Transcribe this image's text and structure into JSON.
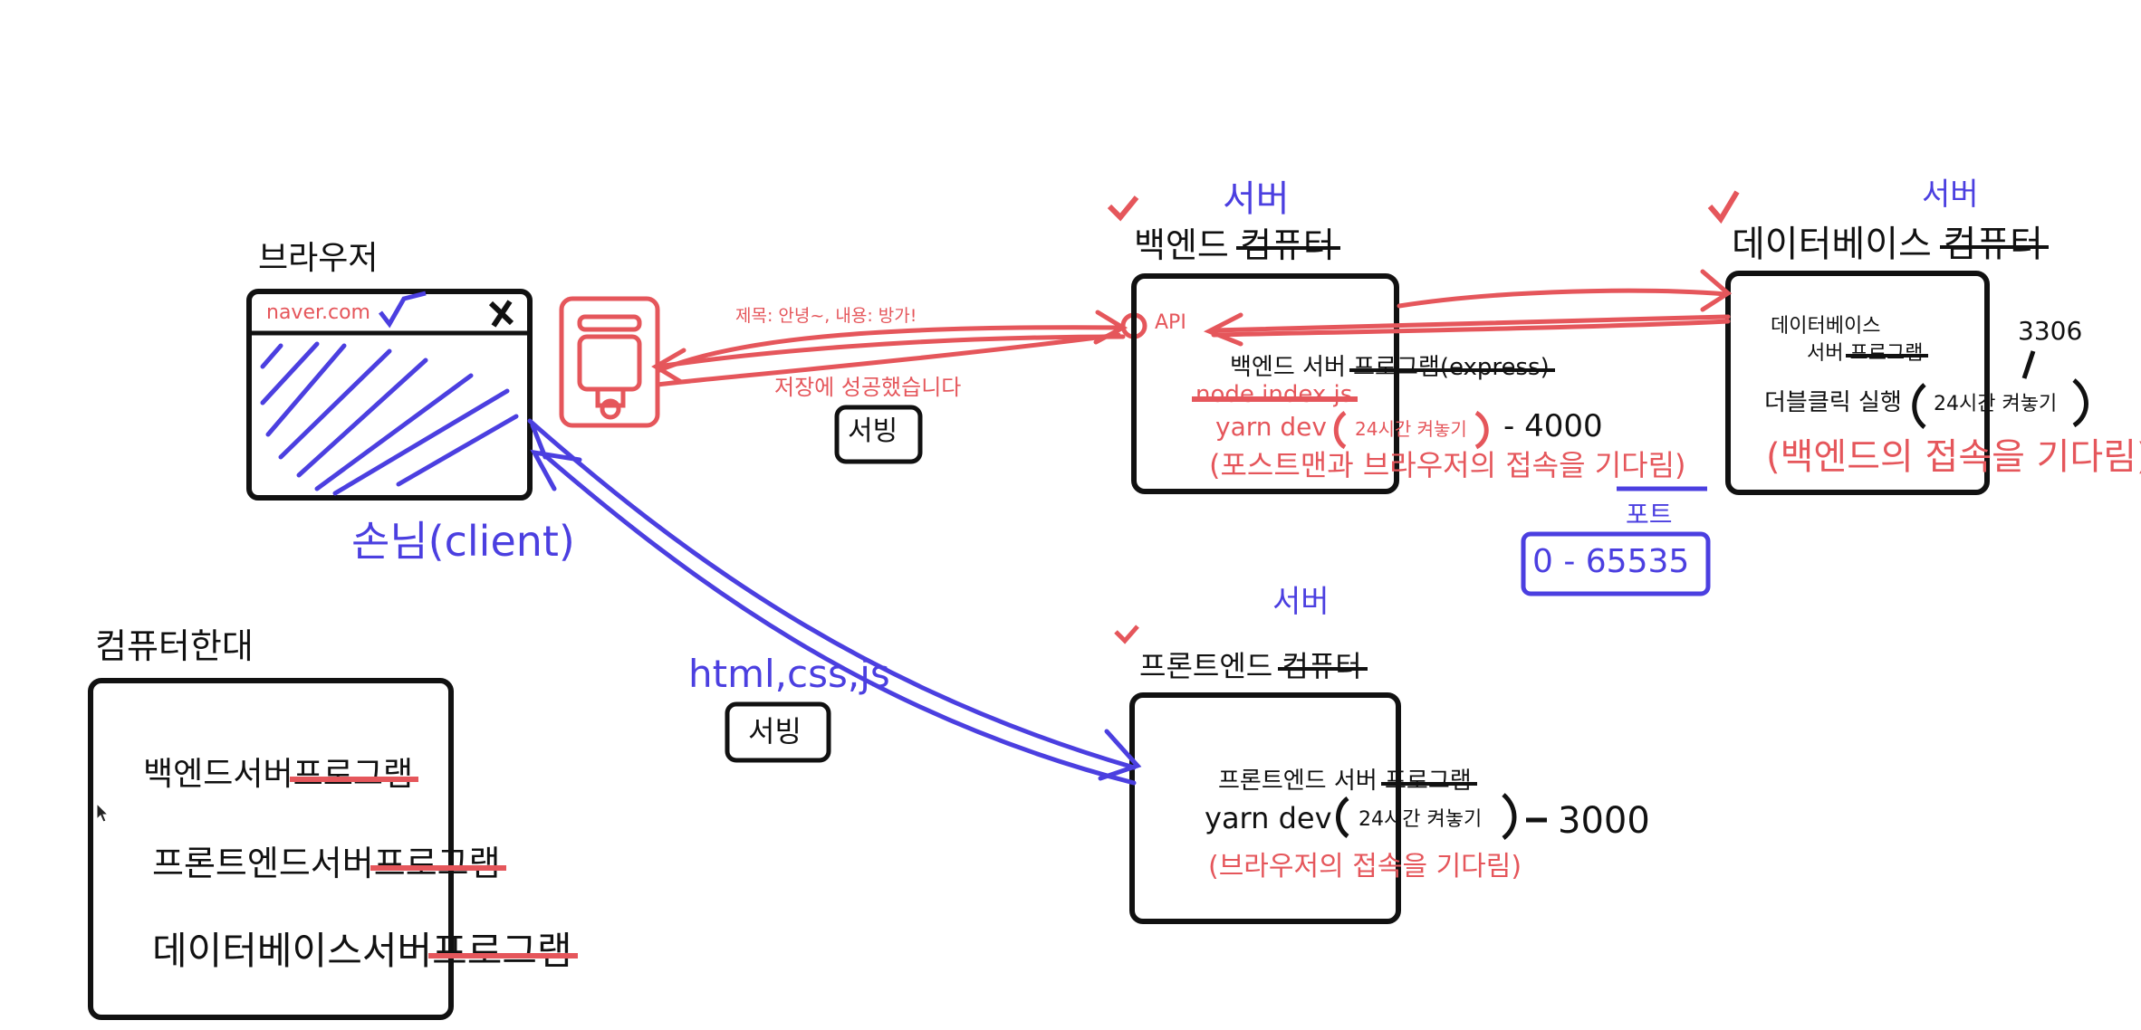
{
  "colors": {
    "ink": "#111111",
    "red": "#e5565b",
    "blue": "#4b3fe0"
  },
  "browser": {
    "title": "브라우저",
    "url": "naver.com",
    "client_label": "손님(client)"
  },
  "postman": {
    "icon": "postman-icon"
  },
  "request": {
    "payload": "제목: 안녕~, 내용: 방가!",
    "response": "저장에 성공했습니다",
    "serving_box": "서빙"
  },
  "backend": {
    "server_tag": "서버",
    "title": "백엔드",
    "title_struck": "컴퓨터",
    "api": "API",
    "program": "백엔드 서버",
    "program_struck": "프로그램(express)",
    "node_struck": "node index.js",
    "cmd": "yarn dev",
    "always_on": "24시간 켜놓기",
    "port": "- 4000",
    "waiting": "(포스트맨과 브라우저의 접속을 기다림)"
  },
  "database": {
    "server_tag": "서버",
    "title": "데이터베이스",
    "title_struck": "컴퓨터",
    "program_line1": "데이터베이스",
    "program_line2": "서버",
    "program_struck": "프로그램",
    "port": "3306",
    "run": "더블클릭 실행",
    "always_on": "24시간 켜놓기",
    "waiting": "(백엔드의 접속을 기다림)"
  },
  "port_note": {
    "label": "포트",
    "range": "0 - 65535"
  },
  "frontend": {
    "server_tag": "서버",
    "title": "프론트엔드",
    "title_struck": "컴퓨터",
    "program": "프론트엔드 서버",
    "program_struck": "프로그램",
    "cmd": "yarn dev",
    "always_on": "24시간 켜놓기",
    "port": "3000",
    "waiting": "(브라우저의 접속을 기다림)",
    "transfer": "html,css,js",
    "serving_box": "서빙"
  },
  "one_computer": {
    "title": "컴퓨터한대",
    "rows": [
      {
        "label": "백엔드서버",
        "struck": "프로그램"
      },
      {
        "label": "프론트엔드서버",
        "struck": "프로그램"
      },
      {
        "label": "데이터베이스서버",
        "struck": "프로그램"
      }
    ]
  }
}
